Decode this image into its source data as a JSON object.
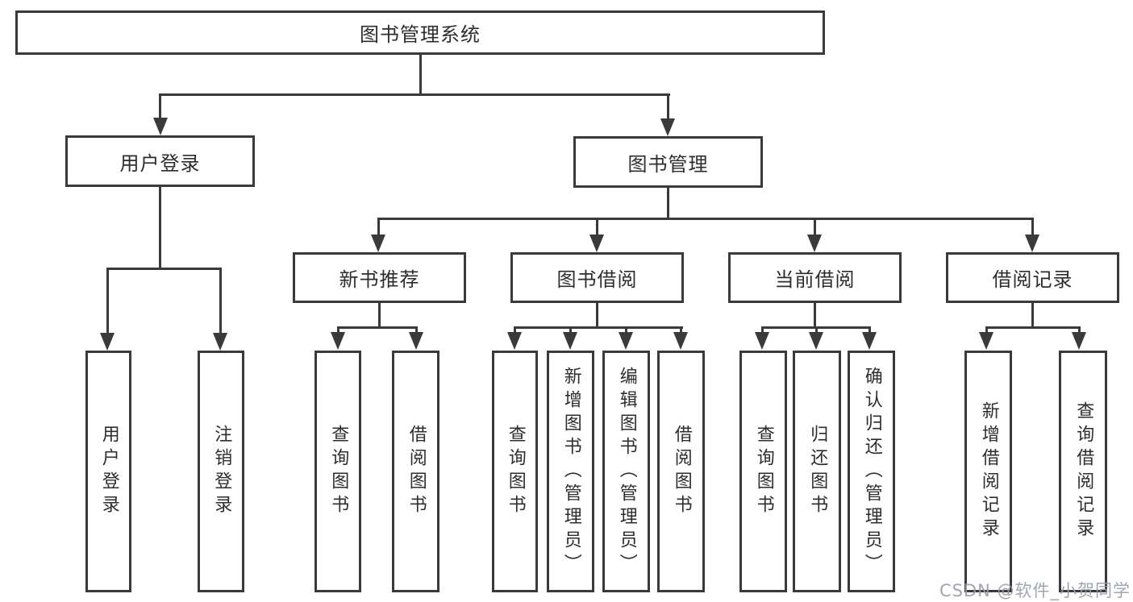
{
  "diagram": {
    "title": "图书管理系统",
    "children": [
      {
        "label": "用户登录",
        "children": [
          {
            "label": "用户登录"
          },
          {
            "label": "注销登录"
          }
        ]
      },
      {
        "label": "图书管理",
        "children": [
          {
            "label": "新书推荐",
            "children": [
              {
                "label": "查询图书"
              },
              {
                "label": "借阅图书"
              }
            ]
          },
          {
            "label": "图书借阅",
            "children": [
              {
                "label": "查询图书"
              },
              {
                "label": "新增图书（管理员）"
              },
              {
                "label": "编辑图书（管理员）"
              },
              {
                "label": "借阅图书"
              }
            ]
          },
          {
            "label": "当前借阅",
            "children": [
              {
                "label": "查询图书"
              },
              {
                "label": "归还图书"
              },
              {
                "label": "确认归还（管理员）"
              }
            ]
          },
          {
            "label": "借阅记录",
            "children": [
              {
                "label": "新增借阅记录"
              },
              {
                "label": "查询借阅记录"
              }
            ]
          }
        ]
      }
    ]
  },
  "watermark": {
    "text": "CSDN @软件_小贺同学"
  },
  "colors": {
    "stroke": "#3a3a3a",
    "text": "#2d2d2d",
    "watermark": "#989da8",
    "background": "#ffffff"
  }
}
